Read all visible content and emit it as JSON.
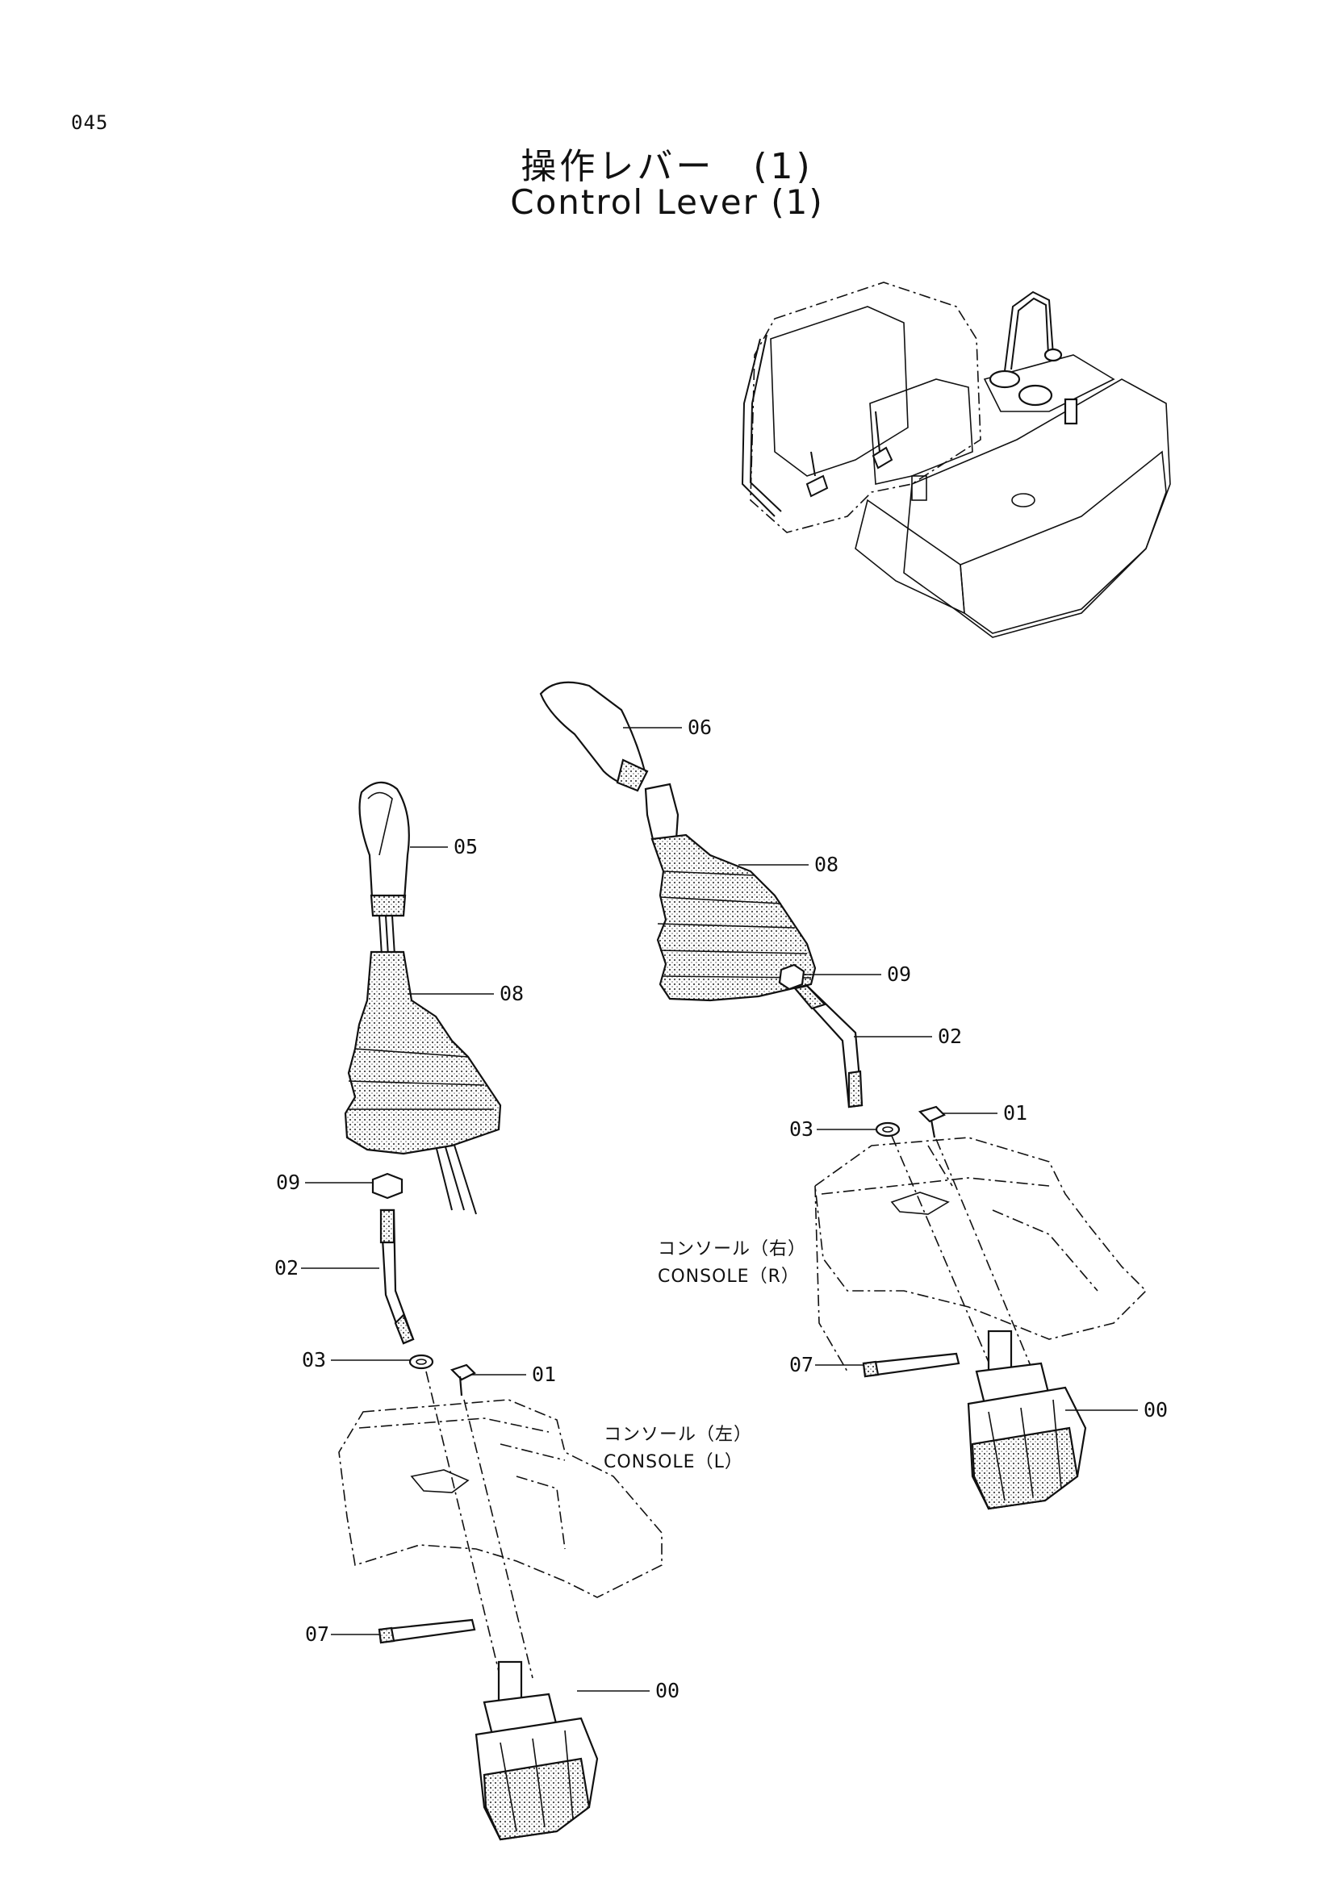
{
  "header": {
    "page_number": "045",
    "title_jp": "操作レバー　(1)",
    "title_en": "Control Lever (1)"
  },
  "callouts_left": [
    {
      "id": "05",
      "text": "05"
    },
    {
      "id": "08",
      "text": "08"
    },
    {
      "id": "09",
      "text": "09"
    },
    {
      "id": "02",
      "text": "02"
    },
    {
      "id": "03",
      "text": "03"
    },
    {
      "id": "01",
      "text": "01"
    },
    {
      "id": "07",
      "text": "07"
    },
    {
      "id": "00",
      "text": "00"
    }
  ],
  "callouts_right": [
    {
      "id": "06",
      "text": "06"
    },
    {
      "id": "08",
      "text": "08"
    },
    {
      "id": "09",
      "text": "09"
    },
    {
      "id": "02",
      "text": "02"
    },
    {
      "id": "03",
      "text": "03"
    },
    {
      "id": "01",
      "text": "01"
    },
    {
      "id": "07",
      "text": "07"
    },
    {
      "id": "00",
      "text": "00"
    }
  ],
  "console_left": {
    "jp": "コンソール（左）",
    "en": "CONSOLE（L）"
  },
  "console_right": {
    "jp": "コンソール（右）",
    "en": "CONSOLE（R）"
  }
}
